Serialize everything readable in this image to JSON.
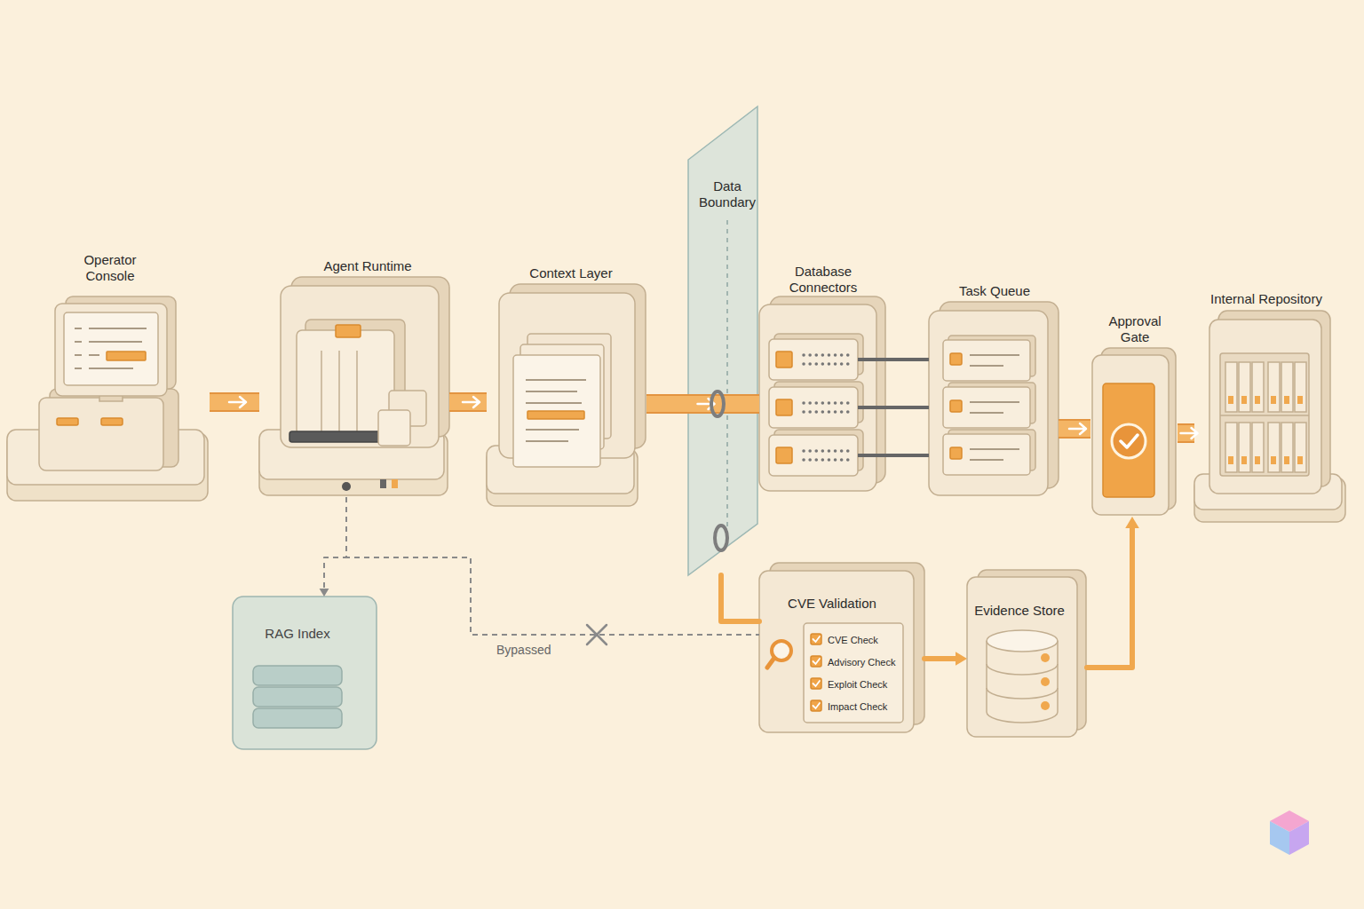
{
  "diagram": {
    "nodes": [
      {
        "text": [
          "Operator Console"
        ]
      },
      {
        "text": [
          "Agent Runtime"
        ]
      },
      {
        "text": [
          "Context Layer"
        ]
      },
      {
        "text": [
          "Data Boundary"
        ]
      },
      {
        "text": [
          "Database Connectors"
        ]
      },
      {
        "text": [
          "Task Queue"
        ]
      },
      {
        "text": [
          "Approval Gate"
        ]
      },
      {
        "text": [
          "Internal Repository"
        ]
      },
      {
        "text": [
          "RAG Index"
        ]
      },
      {
        "text": [
          "CVE Validation",
          "CVE Check",
          "Advisory Check",
          "Exploit Check",
          "Impact Check"
        ]
      },
      {
        "text": [
          "Evidence Store"
        ]
      }
    ],
    "edges": [
      {
        "from": 0,
        "to": 1,
        "arrow": "to"
      },
      {
        "from": 1,
        "to": 2,
        "arrow": "to"
      },
      {
        "from": 2,
        "to": 4,
        "arrow": "to"
      },
      {
        "from": 4,
        "to": 5,
        "arrow": "none"
      },
      {
        "from": 4,
        "to": 5,
        "arrow": "none"
      },
      {
        "from": 4,
        "to": 5,
        "arrow": "none"
      },
      {
        "from": 5,
        "to": 6,
        "arrow": "to"
      },
      {
        "from": 6,
        "to": 7,
        "arrow": "to"
      },
      {
        "from": 1,
        "to": 8,
        "arrow": "to"
      },
      {
        "from": 1,
        "to": 9,
        "label": "Bypassed",
        "arrow": "none"
      },
      {
        "from": 3,
        "to": 9,
        "arrow": "none"
      },
      {
        "from": 9,
        "to": 10,
        "arrow": "to"
      },
      {
        "from": 10,
        "to": 6,
        "arrow": "to"
      }
    ]
  }
}
